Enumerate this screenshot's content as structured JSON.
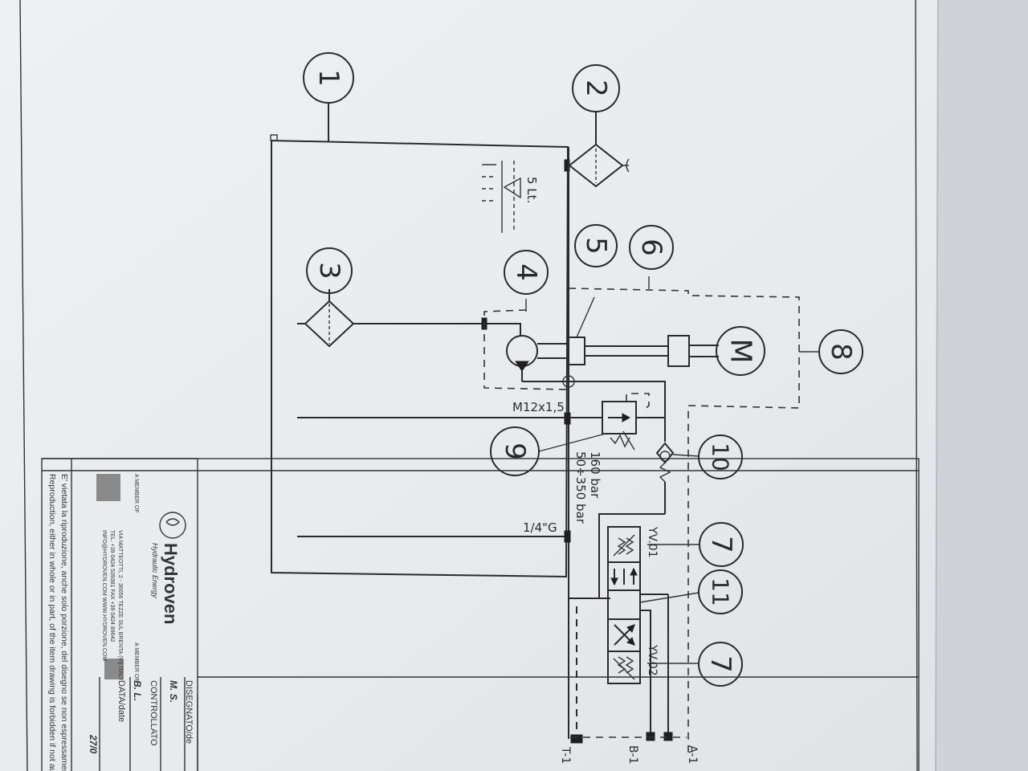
{
  "diagram": {
    "callouts": [
      "1",
      "2",
      "3",
      "4",
      "5",
      "6",
      "7",
      "8",
      "9",
      "10",
      "11",
      "7"
    ],
    "motor_symbol": "M",
    "labels": {
      "volume": "5 Lt.",
      "gauge_port": "M12x1,5",
      "pressure_set": "160 bar",
      "pressure_range": "50÷350 bar",
      "return_port": "1/4\"G",
      "solenoid_a": "YV.01",
      "solenoid_b": "YV.02",
      "port_a": "A-1",
      "port_b": "B-1",
      "port_t": "T-1"
    }
  },
  "title_block": {
    "brand": "Hydroven",
    "tagline": "Hydraulic Energy",
    "member_of_1": "A MEMBER OF",
    "member_of_2": "A MEMBER OF",
    "address": "VIA MATTEOTTI, 2 - 36056 TEZZE SUL BRENTA (VI) ITALY",
    "phone": "TEL. +39 0424 539381   FAX +39 0424 89642",
    "web": "INFO@HYDROVEN.COM   WWW.HYDROVEN.COM",
    "notice_it": "E' vietata la riproduzione, anche solo porzione, del disegno se non espressamente au",
    "notice_en": "Reproduction, either in whole or in part, of the item drawing is forbidden if not aut",
    "field_designed": "DISEGNATO/de",
    "field_designed_value": "M. S.",
    "field_checked": "CONTROLLATO",
    "field_checked_value": "B. L.",
    "field_date": "DATA/date",
    "field_date_value": "27/0"
  }
}
